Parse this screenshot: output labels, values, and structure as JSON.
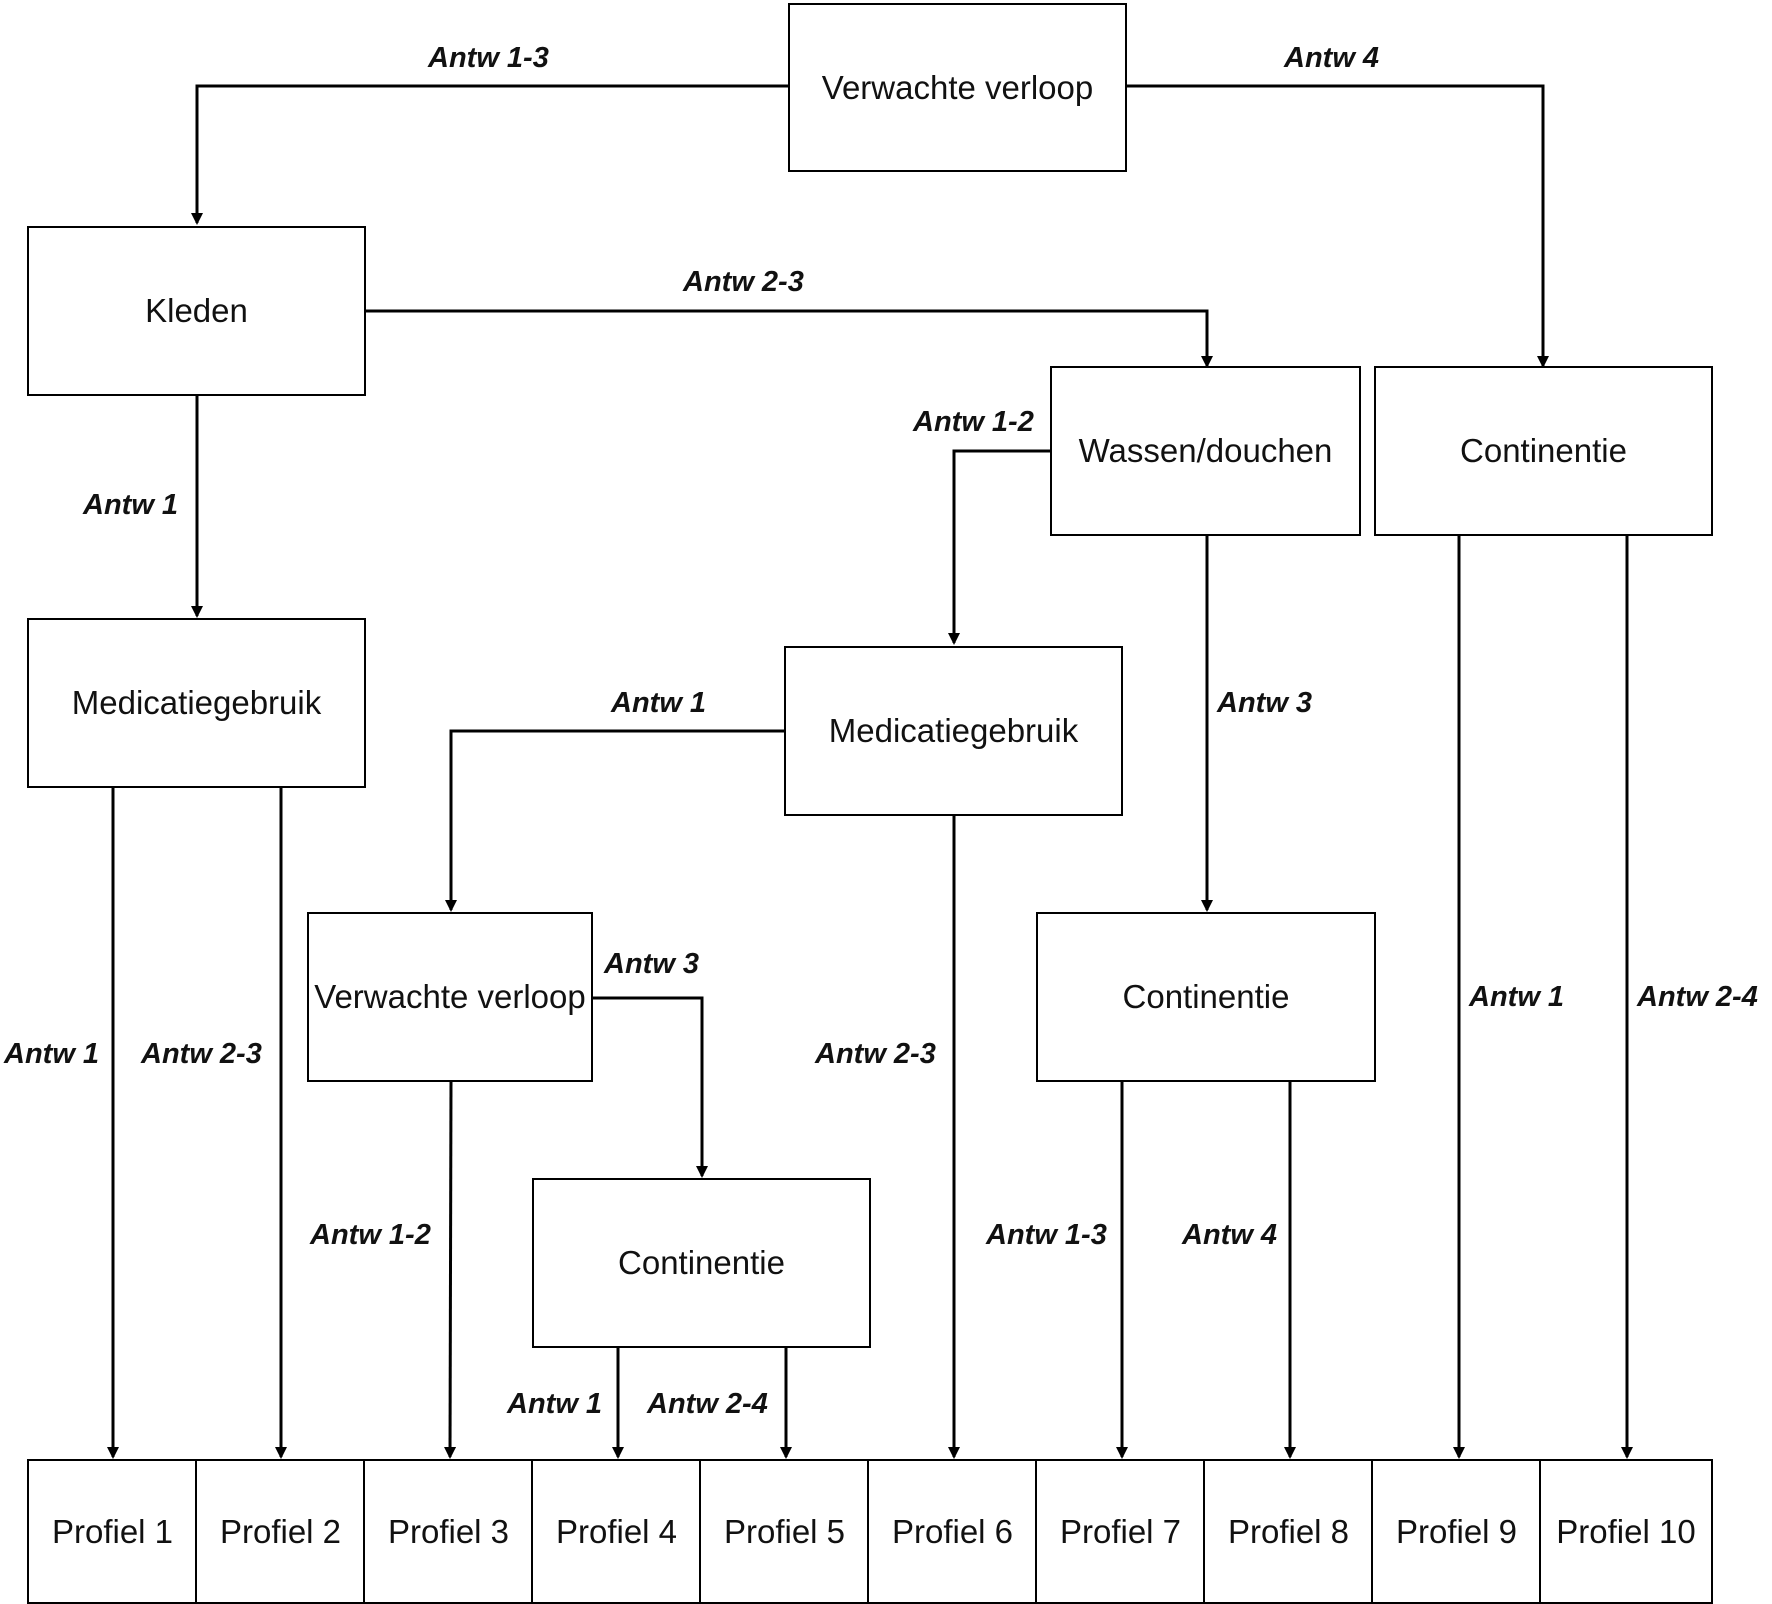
{
  "nodes": {
    "verwachte_verloop_top": "Verwachte verloop",
    "kleden": "Kleden",
    "wassen_douchen": "Wassen/douchen",
    "continentie_right": "Continentie",
    "medicatiegebruik_left": "Medicatiegebruik",
    "medicatiegebruik_mid": "Medicatiegebruik",
    "verwachte_verloop_mid": "Verwachte verloop",
    "continentie_mid": "Continentie",
    "continentie_low": "Continentie"
  },
  "profiles": [
    "Profiel 1",
    "Profiel 2",
    "Profiel 3",
    "Profiel 4",
    "Profiel 5",
    "Profiel 6",
    "Profiel 7",
    "Profiel 8",
    "Profiel 9",
    "Profiel 10"
  ],
  "edge_labels": {
    "vv_to_kleden": "Antw 1-3",
    "vv_to_continentie": "Antw 4",
    "kleden_to_wassen": "Antw 2-3",
    "kleden_to_medicatie": "Antw 1",
    "wassen_to_medicatie": "Antw 1-2",
    "wassen_to_continentie": "Antw 3",
    "medicatie_to_verloop": "Antw 1",
    "verloop_to_continentie": "Antw 3",
    "medicatie_left_p1": "Antw 1",
    "medicatie_left_p2": "Antw 2-3",
    "verloop_p3": "Antw 1-2",
    "medicatie_mid_p6": "Antw 2-3",
    "continentie_mid_p7": "Antw 1-3",
    "continentie_mid_p8": "Antw 4",
    "continentie_right_p9": "Antw 1",
    "continentie_right_p10": "Antw 2-4",
    "continentie_low_p4": "Antw 1",
    "continentie_low_p5": "Antw 2-4"
  }
}
